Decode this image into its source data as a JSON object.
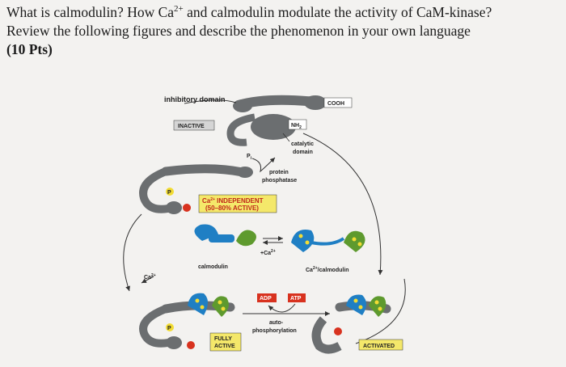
{
  "question": {
    "line1_part1": "What is calmodulin? How Ca",
    "line1_sup": "2+",
    "line1_part2": " and calmodulin modulate the activity of CaM-kinase?",
    "line2": "Review the following figures and describe the phenomenon in your own language",
    "line3": "(10 Pts)"
  },
  "figure": {
    "inhibitory_domain": "inhibitory domain",
    "cooh": "COOH",
    "inactive": "INACTIVE",
    "nh2": "NH",
    "nh2_sub": "2",
    "catalytic_1": "catalytic",
    "catalytic_2": "domain",
    "pi": "P",
    "pi_sub": "i",
    "protein_phosphatase_1": "protein",
    "protein_phosphatase_2": "phosphatase",
    "ca_independent_1": "Ca",
    "ca_independent_sup": "2+",
    "ca_independent_2": " INDEPENDENT",
    "ca_independent_3": "(50–80% ACTIVE)",
    "plus_ca": "+Ca",
    "plus_ca_sup": "2+",
    "calmodulin": "calmodulin",
    "ca_calmodulin": "Ca",
    "ca_calmodulin_sup": "2+",
    "ca_calmodulin_2": "/calmodulin",
    "ca_left": "Ca",
    "ca_left_sup": "2+",
    "adp": "ADP",
    "atp": "ATP",
    "auto_1": "auto-",
    "auto_2": "phosphorylation",
    "fully_1": "FULLY",
    "fully_2": "ACTIVE",
    "activated": "ACTIVATED",
    "p_badge": "P"
  },
  "colors": {
    "kinase_gray": "#6b6e70",
    "calmodulin_blue": "#1f7fc4",
    "calmodulin_green": "#5e9a2e",
    "badge_yellow": "#f2dc34",
    "badge_red": "#d8321f",
    "label_yellow": "#f4e86a"
  }
}
